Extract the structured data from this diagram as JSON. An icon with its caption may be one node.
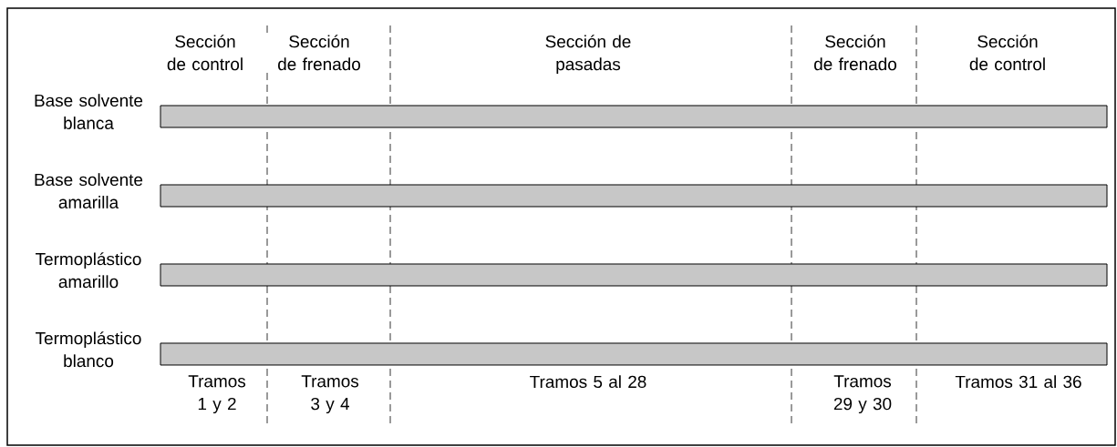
{
  "diagram": {
    "nodes": [
      {
        "text": [],
        "shape": "bar",
        "beside": [
          "Base solvente blanca"
        ]
      },
      {
        "text": [],
        "shape": "bar",
        "beside": [
          "Base solvente amarilla"
        ]
      },
      {
        "text": [],
        "shape": "bar",
        "beside": [
          "Termoplástico amarillo"
        ]
      },
      {
        "text": [],
        "shape": "bar",
        "beside": [
          "Termoplástico blanco"
        ]
      }
    ],
    "labels": [
      "Sección de control",
      "Sección de frenado",
      "Sección de pasadas",
      "Sección de frenado",
      "Sección de control",
      "Tramos 1 y 2",
      "Tramos 3 y 4",
      "Tramos 5 al 28",
      "Tramos 29 y 30",
      "Tramos 31 al 36"
    ]
  }
}
